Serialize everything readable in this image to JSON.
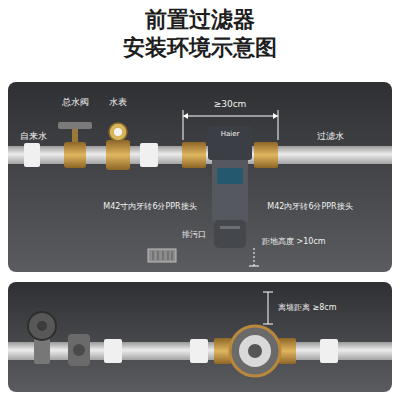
{
  "diagram": {
    "title": "前置过滤器 安装环境示意图",
    "labels": [
      "总水阀",
      "水表",
      "≥30cm",
      "自来水",
      "Haier",
      "过滤水",
      "M42寸内牙转6分PPR接头",
      "M42内牙转6分PPR接头",
      "排污口",
      "距地高度 >10cm",
      "离墙距离 ≥8cm"
    ]
  }
}
